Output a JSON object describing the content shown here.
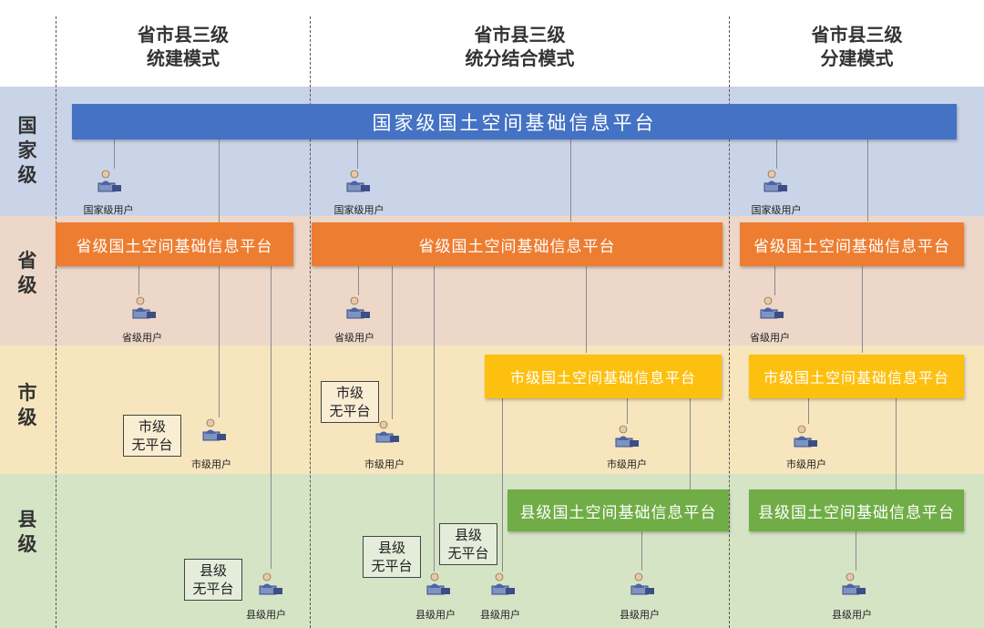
{
  "columns": [
    {
      "line1": "省市县三级",
      "line2": "统建模式"
    },
    {
      "line1": "省市县三级",
      "line2": "统分结合模式"
    },
    {
      "line1": "省市县三级",
      "line2": "分建模式"
    }
  ],
  "levels": {
    "national": {
      "line1": "国",
      "line2": "家",
      "line3": "级"
    },
    "province": {
      "line1": "省",
      "line2": "级"
    },
    "city": {
      "line1": "市",
      "line2": "级"
    },
    "county": {
      "line1": "县",
      "line2": "级"
    }
  },
  "platforms": {
    "national": "国家级国土空间基础信息平台",
    "province": "省级国土空间基础信息平台",
    "city": "市级国土空间基础信息平台",
    "county": "县级国土空间基础信息平台"
  },
  "no_platform": {
    "city": {
      "line1": "市级",
      "line2": "无平台"
    },
    "county": {
      "line1": "县级",
      "line2": "无平台"
    }
  },
  "users": {
    "national": "国家级用户",
    "province": "省级用户",
    "city": "市级用户",
    "county": "县级用户"
  },
  "colors": {
    "national_platform": "#4472c4",
    "province_platform": "#ed7d31",
    "city_platform": "#fdc00f",
    "county_platform": "#70ad47",
    "national_band": "#c9d4e8",
    "province_band": "#ecd7c9",
    "city_band": "#f6e5bd",
    "county_band": "#d6e4c6"
  },
  "icons": {
    "user": "user-at-computer-icon"
  }
}
